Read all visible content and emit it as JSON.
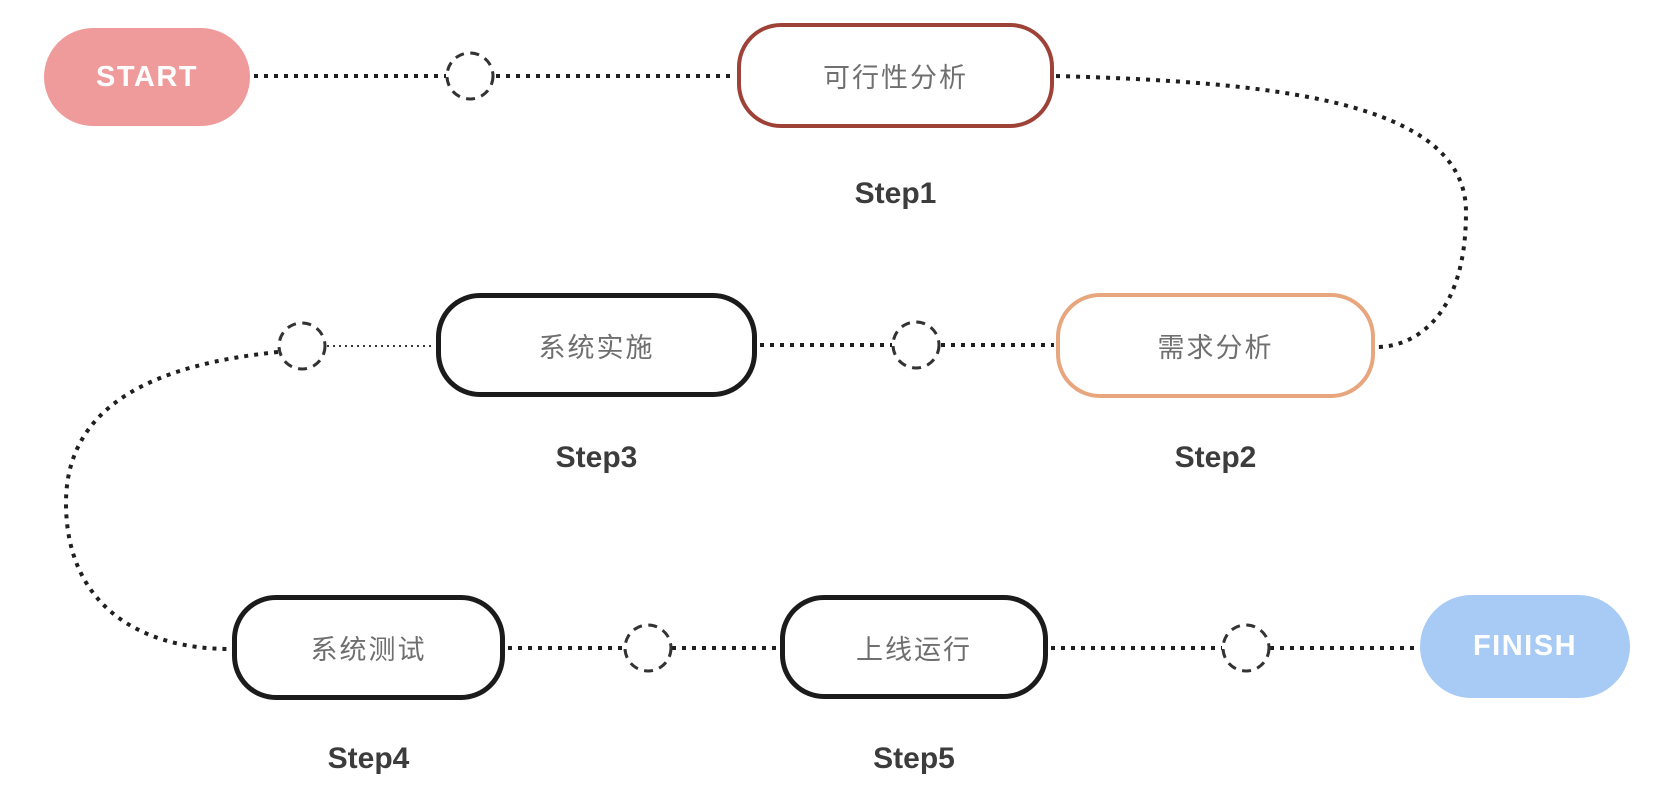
{
  "nodes": {
    "start": {
      "label": "START",
      "fill": "#f09b9b",
      "text_color": "#ffffff"
    },
    "finish": {
      "label": "FINISH",
      "fill": "#a8cbf5",
      "text_color": "#ffffff"
    }
  },
  "steps": [
    {
      "name": "可行性分析",
      "step": "Step1",
      "border_color": "#9e4238"
    },
    {
      "name": "需求分析",
      "step": "Step2",
      "border_color": "#e8a67e"
    },
    {
      "name": "系统实施",
      "step": "Step3",
      "border_color": "#1b1b1b"
    },
    {
      "name": "系统测试",
      "step": "Step4",
      "border_color": "#1b1b1b"
    },
    {
      "name": "上线运行",
      "step": "Step5",
      "border_color": "#1b1b1b"
    }
  ],
  "style": {
    "connector_color": "#1f1f1f",
    "junction_stroke": "#333333",
    "step_text_color": "#6f6f6f",
    "caption_color": "#3c3c3c",
    "background": "#ffffff"
  }
}
